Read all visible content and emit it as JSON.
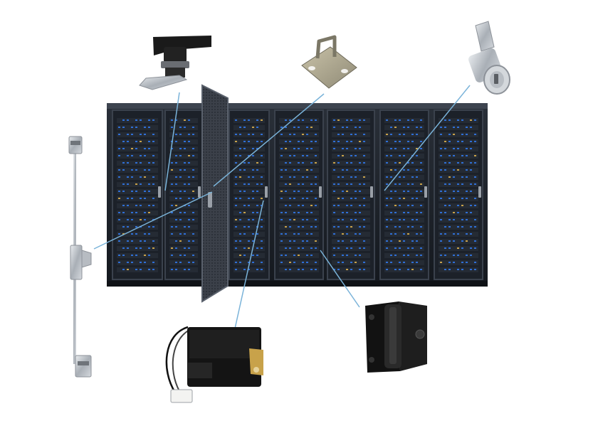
{
  "scene": {
    "background": "#ffffff",
    "rack_color": "#1c2129",
    "rack_frame": "#3a414c",
    "led_blue": "#2f6fd6",
    "led_amber": "#c8a24a",
    "callout_line": "#7ab3d9",
    "components": [
      {
        "name": "t-handle-quarter-turn-lock"
      },
      {
        "name": "mounting-bracket"
      },
      {
        "name": "cam-lock-with-key"
      },
      {
        "name": "multi-point-rod-latch"
      },
      {
        "name": "electronic-lock-with-connector"
      },
      {
        "name": "adjustable-hinge"
      }
    ]
  }
}
